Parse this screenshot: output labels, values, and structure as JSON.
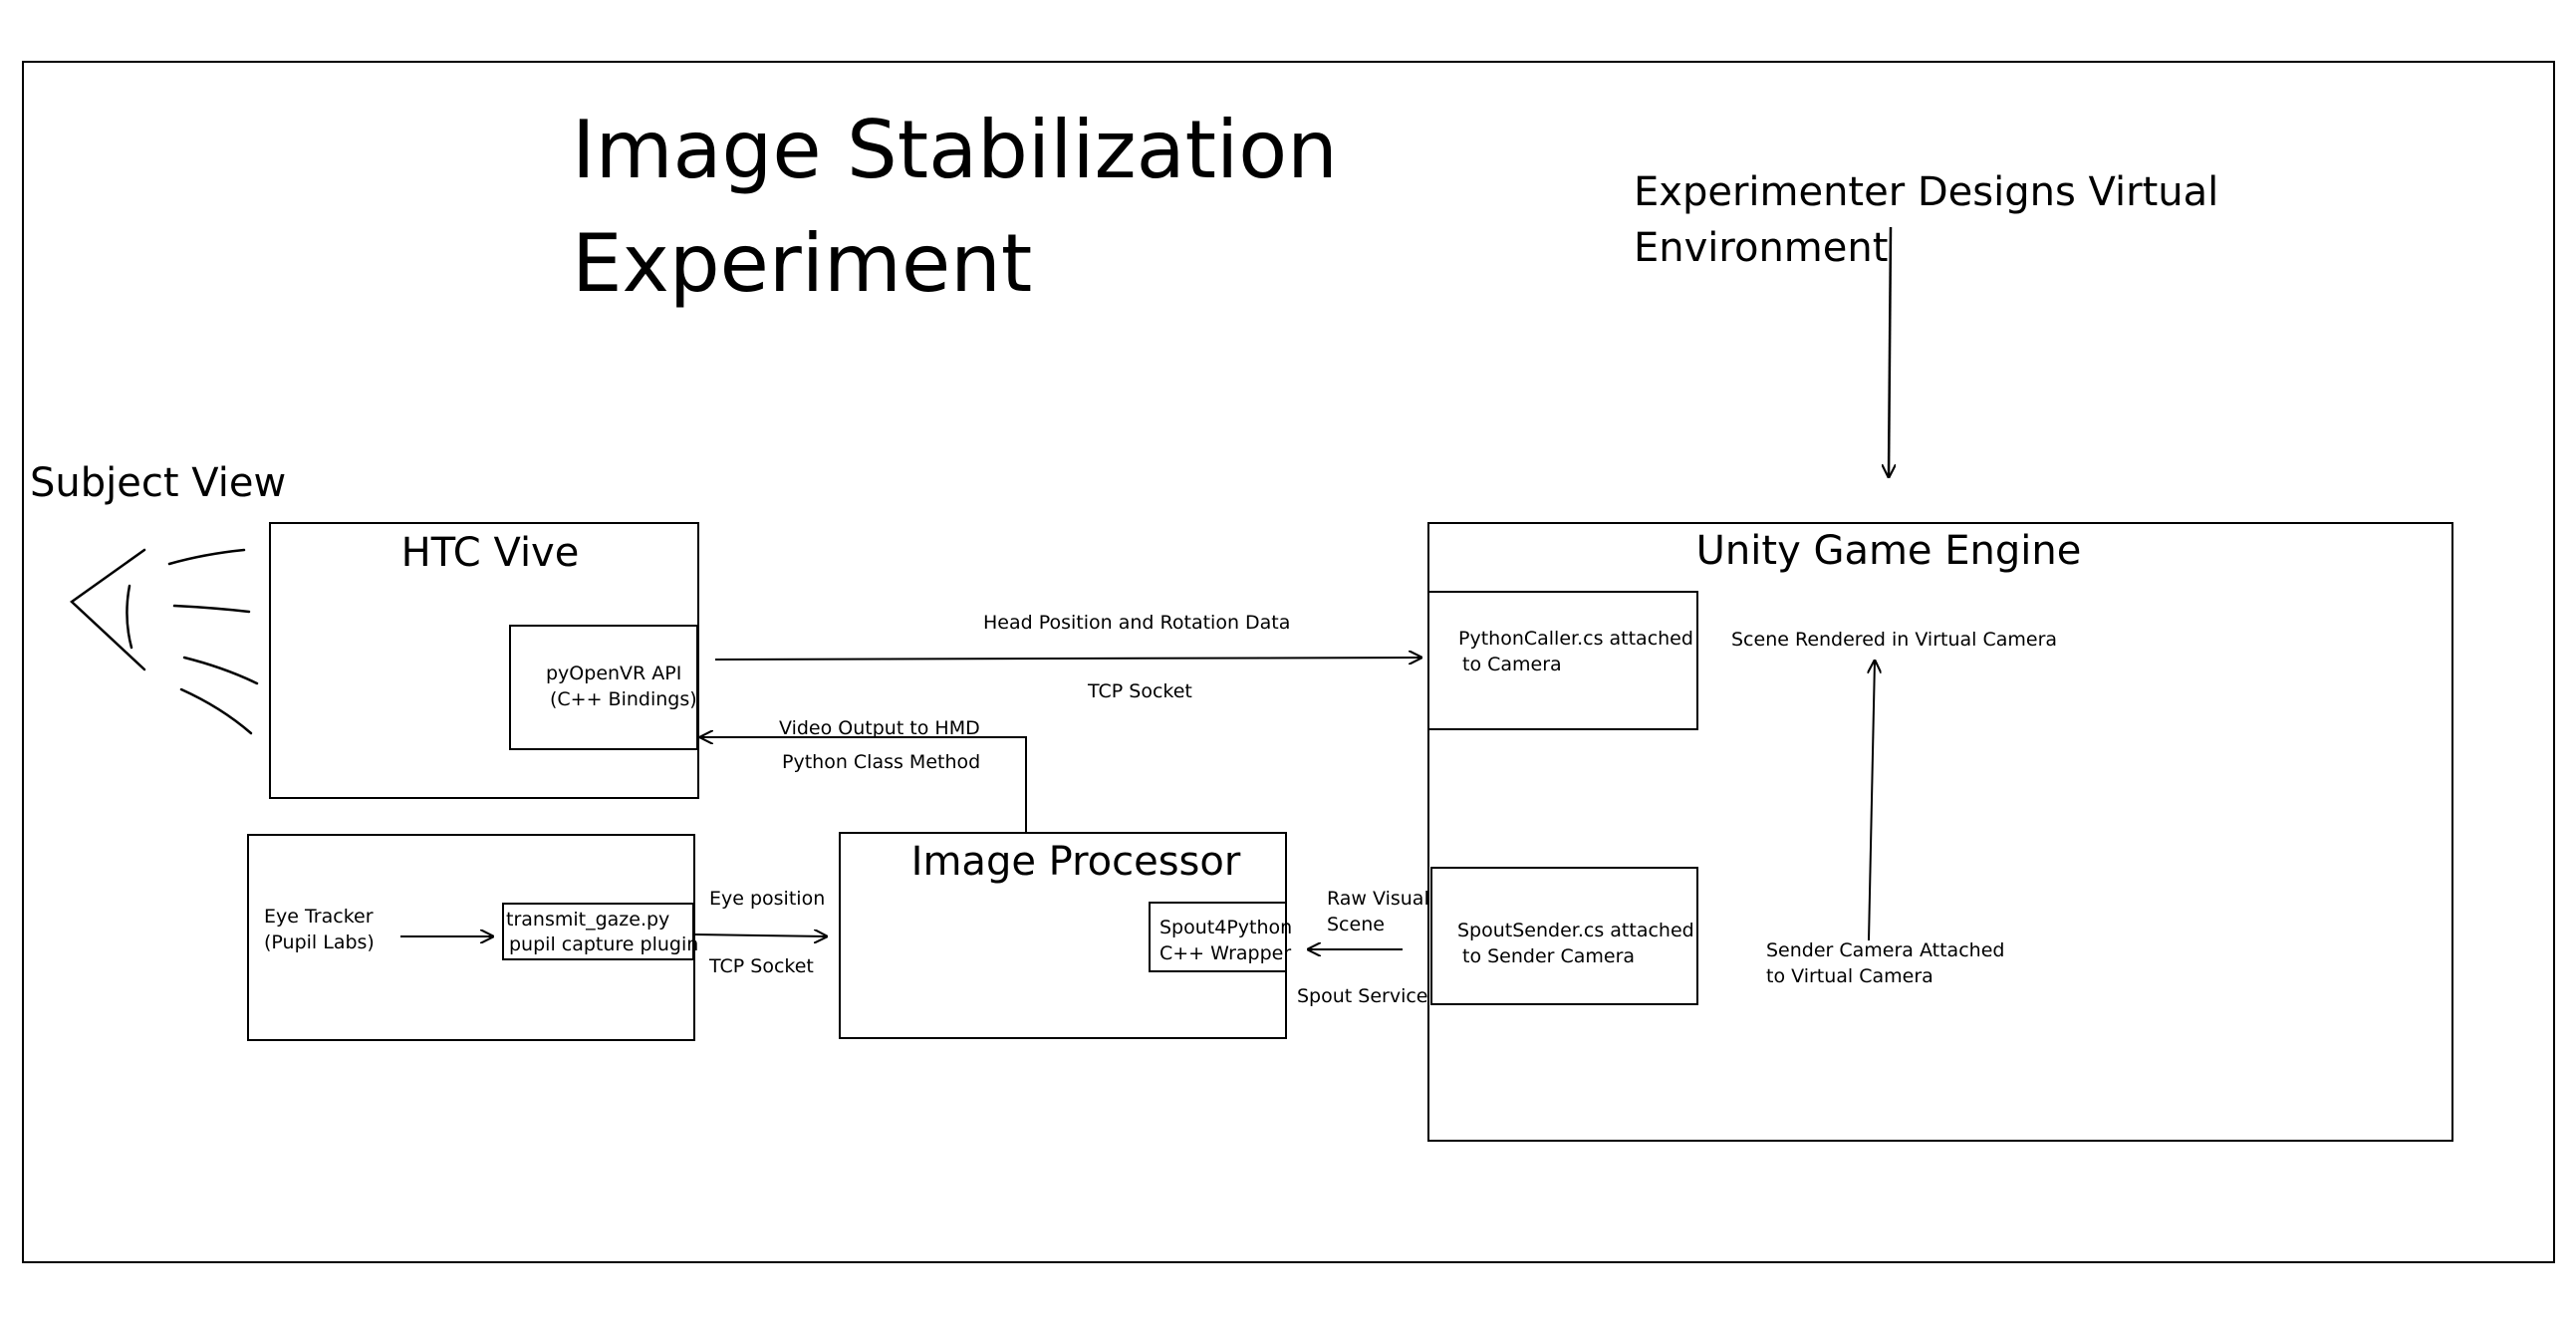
{
  "title": {
    "line1": "Image Stabilization",
    "line2": "Experiment"
  },
  "experimenter": {
    "line1": "Experimenter Designs Virtual",
    "line2": "Environment"
  },
  "subject_view": "Subject View",
  "htc_vive": {
    "title": "HTC Vive",
    "api_line1": "pyOpenVR API",
    "api_line2": "(C++ Bindings)"
  },
  "eye_tracker": {
    "label_line1": "Eye Tracker",
    "label_line2": "(Pupil Labs)",
    "plugin_line1": "transmit_gaze.py",
    "plugin_line2": "pupil capture plugin"
  },
  "image_processor": {
    "title": "Image Processor",
    "wrapper_line1": "Spout4Python",
    "wrapper_line2": "C++ Wrapper"
  },
  "unity": {
    "title": "Unity Game Engine",
    "python_caller_line1": "PythonCaller.cs attached",
    "python_caller_line2": "to Camera",
    "spout_sender_line1": "SpoutSender.cs attached",
    "spout_sender_line2": "to Sender Camera",
    "scene_rendered": "Scene Rendered in Virtual Camera",
    "sender_camera_line1": "Sender Camera Attached",
    "sender_camera_line2": "to Virtual Camera"
  },
  "connections": {
    "head_position": "Head Position and Rotation Data",
    "tcp_socket_top": "TCP Socket",
    "video_output": "Video Output to HMD",
    "python_class_method": "Python Class Method",
    "eye_position": "Eye position",
    "tcp_socket_bottom": "TCP Socket",
    "raw_visual_line1": "Raw Visual",
    "raw_visual_line2": "Scene",
    "spout_service": "Spout Service"
  }
}
